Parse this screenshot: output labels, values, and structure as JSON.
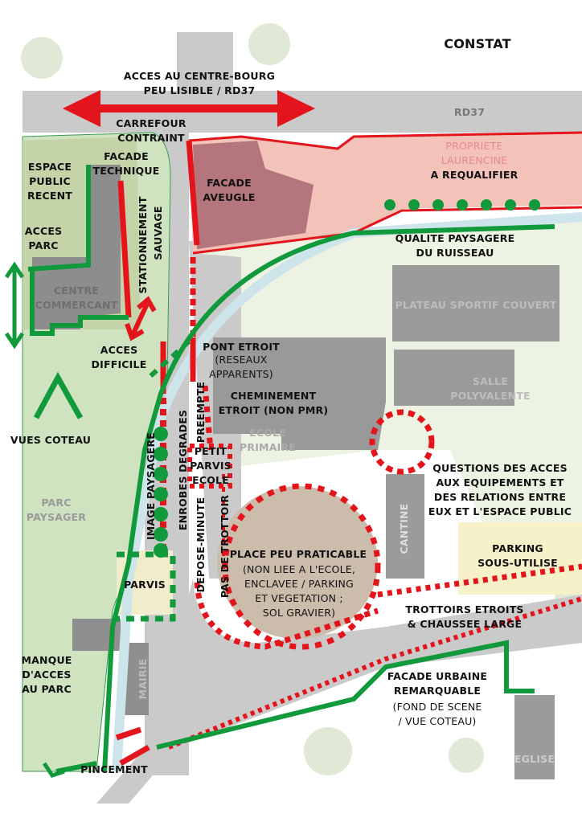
{
  "title": "CONSTAT",
  "colors": {
    "constraint_red": "#e3141b",
    "quality_green": "#109a3c",
    "road_grey": "#c9c9ca",
    "building_grey": "#8c8c8c",
    "park_green": "#cfe3c0",
    "property_pink": "#f3c2b8"
  },
  "labels": {
    "acces_centre_bourg": [
      "ACCES AU CENTRE-BOURG",
      "PEU LISIBLE / RD37"
    ],
    "rd37": "RD37",
    "carrefour": [
      "CARREFOUR",
      "CONTRAINT"
    ],
    "facade_technique": [
      "FACADE",
      "TECHNIQUE"
    ],
    "espace_public": [
      "ESPACE",
      "PUBLIC",
      "RECENT"
    ],
    "facade_aveugle": [
      "FACADE",
      "AVEUGLE"
    ],
    "propriete": [
      "PROPRIETE",
      "LAURENCINE"
    ],
    "a_requalifier": "A REQUALIFIER",
    "acces_parc": [
      "ACCES",
      "PARC"
    ],
    "stationnement": "STATIONNEMENT",
    "sauvage": "SAUVAGE",
    "qualite_paysagere": [
      "QUALITE PAYSAGERE",
      "DU RUISSEAU"
    ],
    "centre_commercant": [
      "CENTRE",
      "COMMERCANT"
    ],
    "plateau_sportif": "PLATEAU SPORTIF COUVERT",
    "acces_difficile": [
      "ACCES",
      "DIFFICILE"
    ],
    "pont_etroit": "PONT ETROIT",
    "pont_etroit_note": [
      "(RESEAUX",
      "APPARENTS)"
    ],
    "salle_polyvalente": [
      "SALLE",
      "POLYVALENTE"
    ],
    "cheminement": [
      "CHEMINEMENT",
      "ETROIT (NON PMR)"
    ],
    "vues_coteau": "VUES COTEAU",
    "preempte": "PREEMPTE",
    "ecole_primaire": [
      "ECOLE",
      "PRIMAIRE"
    ],
    "petit_parvis": [
      "PETIT",
      "PARVIS",
      "ECOLE"
    ],
    "questions_acces": [
      "QUESTIONS DES ACCES",
      "AUX EQUIPEMENTS ET",
      "DES RELATIONS ENTRE",
      "EUX ET L'ESPACE PUBLIC"
    ],
    "image_paysagere": "IMAGE PAYSAGERE",
    "enrobes_degrades": "ENROBES DEGRADES",
    "parc_paysager": [
      "PARC",
      "PAYSAGER"
    ],
    "cantine": "CANTINE",
    "depose_minute": "DEPOSE-MINUTE",
    "pas_de_trottoir": "PAS DE TROTTOIR",
    "place_peu_praticable": "PLACE PEU PRATICABLE",
    "place_note": [
      "(NON LIEE A L'ECOLE,",
      "ENCLAVEE / PARKING",
      "ET VEGETATION ;",
      "SOL GRAVIER)"
    ],
    "parking": [
      "PARKING",
      "SOUS-UTILISE"
    ],
    "parvis": "PARVIS",
    "trottoirs": [
      "TROTTOIRS ETROITS",
      "& CHAUSSEE LARGE"
    ],
    "manque_acces": [
      "MANQUE",
      "D'ACCES",
      "AU PARC"
    ],
    "mairie": "MAIRIE",
    "facade_urbaine": [
      "FACADE URBAINE",
      "REMARQUABLE"
    ],
    "facade_urbaine_note": [
      "(FOND DE SCENE",
      "/ VUE COTEAU)"
    ],
    "eglise": "EGLISE",
    "pincement": "PINCEMENT"
  }
}
